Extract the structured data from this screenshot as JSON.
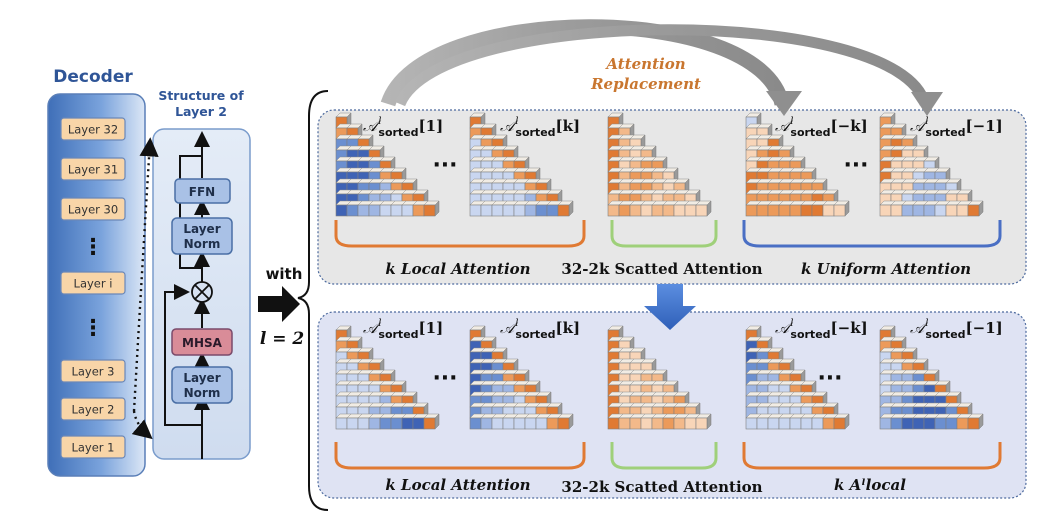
{
  "decoder": {
    "title": "Decoder",
    "layers": [
      "Layer 32",
      "Layer 31",
      "Layer 30",
      "⋮",
      "Layer i",
      "⋮",
      "Layer 3",
      "Layer 2",
      "Layer 1"
    ]
  },
  "structure": {
    "title_line1": "Structure of",
    "title_line2": "Layer 2",
    "blocks": {
      "ffn": "FFN",
      "norm_top_1": "Layer",
      "norm_top_2": "Norm",
      "mhsa": "MHSA",
      "norm_bottom_1": "Layer",
      "norm_bottom_2": "Norm"
    }
  },
  "condition": {
    "with": "with",
    "l_equals": "l = 2"
  },
  "replacement": {
    "line1": "Attention",
    "line2": "Replacement"
  },
  "top_row": {
    "matrix_labels": [
      "𝒜ˡsorted[1]",
      "𝒜ˡsorted[k]",
      "𝒜ˡsorted[−k]",
      "𝒜ˡsorted[−1]"
    ],
    "ellipsis": "···",
    "group_labels": [
      "k  Local Attention",
      "32-2k  Scatted Attention",
      "k  Uniform Attention"
    ]
  },
  "bottom_row": {
    "matrix_labels": [
      "𝒜ˡsorted[1]",
      "𝒜ˡsorted[k]",
      "𝒜ˡsorted[−k]",
      "𝒜ˡsorted[−1]"
    ],
    "ellipsis": "···",
    "group_labels": [
      "k  Local Attention",
      "32-2k  Scatted Attention",
      "k  Aˡlocal"
    ]
  },
  "colors": {
    "orange": "#e07a33",
    "blue": "#4a6fb5",
    "green": "#9fd07a",
    "brace_blue": "#4a6fc4",
    "panel_top": "#e7e7e7",
    "panel_bottom": "#dfe3f3",
    "decoder_fill": "#4e7fc4",
    "layer_fill": "#f8d5a8",
    "title_blue": "#2f5597",
    "replacement_text": "#c9762f"
  },
  "icons": [
    "curved-arrow-icon",
    "down-arrow-icon",
    "right-arrow-icon",
    "multiply-icon"
  ]
}
